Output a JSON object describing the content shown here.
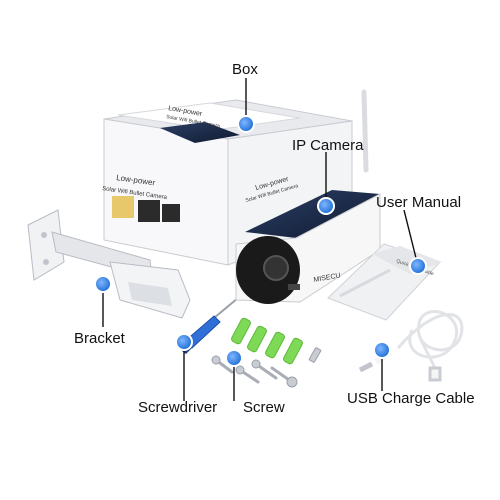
{
  "labels": {
    "box": "Box",
    "ip_camera": "IP Camera",
    "user_manual": "User Manual",
    "bracket": "Bracket",
    "screwdriver": "Screwdriver",
    "screw": "Screw",
    "usb_cable": "USB Charge Cable"
  },
  "box_print": {
    "front_line1": "Low-power",
    "front_line2": "Solar Wifi Bullet Camera",
    "side_line1": "Low-power",
    "side_line2": "Solar Wifi Bullet Camera",
    "lid_line1": "Low-power",
    "lid_line2": "Solar Wifi Bullet Camera"
  },
  "camera_print": {
    "brand": "MISECU"
  },
  "manual_print": {
    "cover": "Quick Start Guide"
  },
  "colors": {
    "marker": "#1f6fd6",
    "box": "#f2f3f5",
    "solar_panel": "#1b2a4a",
    "camera_body": "#f7f7f7",
    "camera_face": "#1a1a1a",
    "anchor_green": "#7ed957"
  }
}
